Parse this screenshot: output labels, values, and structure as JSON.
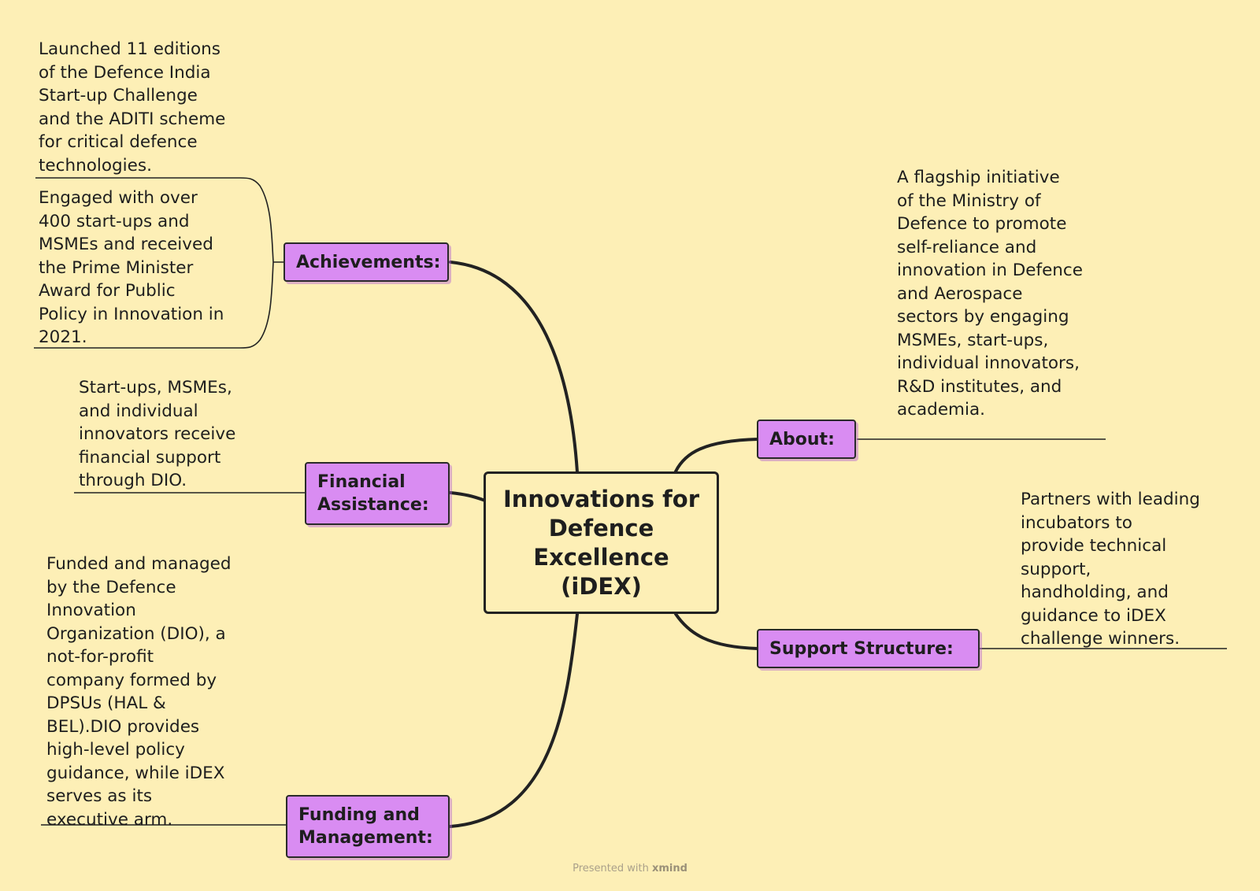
{
  "central_topic": "Innovations for Defence Excellence (iDEX)",
  "branches": {
    "achievements": {
      "label": "Achievements:",
      "notes": [
        "Launched 11 editions\nof the Defence India\nStart-up Challenge\nand the ADITI scheme\nfor critical defence\ntechnologies.",
        "Engaged with over\n400 start-ups and\nMSMEs and received\nthe Prime Minister\nAward for Public\nPolicy in Innovation in\n2021."
      ]
    },
    "financial_assistance": {
      "label": "Financial Assistance:",
      "notes": [
        "Start-ups, MSMEs,\nand individual\ninnovators receive\nfinancial support\nthrough DIO."
      ]
    },
    "funding_management": {
      "label": "Funding and Management:",
      "notes": [
        "Funded and managed\nby the Defence\nInnovation\nOrganization (DIO), a\nnot-for-profit\ncompany formed by\nDPSUs (HAL &\nBEL).DIO provides\nhigh-level policy\nguidance, while iDEX\nserves as its\nexecutive arm."
      ]
    },
    "about": {
      "label": "About:",
      "notes": [
        "A flagship initiative\nof the Ministry of\nDefence to promote\nself-reliance and\ninnovation in Defence\nand Aerospace\nsectors by engaging\nMSMEs, start-ups,\nindividual innovators,\nR&D institutes, and\nacademia."
      ]
    },
    "support_structure": {
      "label": "Support Structure:",
      "notes": [
        "Partners with leading\nincubators to\nprovide technical\nsupport,\nhandholding, and\nguidance to iDEX\nchallenge winners."
      ]
    }
  },
  "footer": {
    "prefix": "Presented with",
    "brand": "xmind"
  },
  "colors": {
    "background": "#fdefb6",
    "topic_fill": "#d98cf2",
    "stroke": "#222222"
  }
}
